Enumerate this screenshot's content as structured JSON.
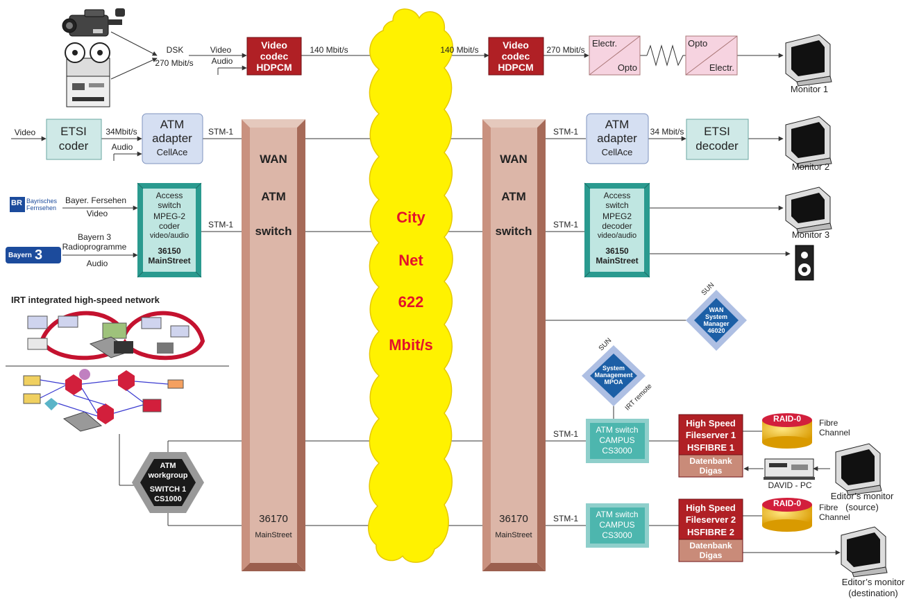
{
  "colors": {
    "wan_fill": "#d9b3a5",
    "wan_bevel": "#b97d6a",
    "cloud": "#fff200",
    "codec_red": "#b02025",
    "access_teal": "#2a9a8f",
    "access_inner": "#bfe6e1",
    "opto_pink": "#f6d3e0",
    "atm_lilac": "#d5dff2",
    "etsi_teal": "#cfe9e7",
    "diamond_outer": "#aebfe3",
    "diamond_inner": "#1c5fa6",
    "fileserver_red": "#b02025",
    "datenbank": "#c98b79",
    "raid_yellow": "#f3c400",
    "hexagon_dark": "#1a1a1a"
  },
  "top_row": {
    "dsk": "DSK",
    "rate_in": "270 Mbit/s",
    "video": "Video",
    "audio": "Audio",
    "codec_left": [
      "Video",
      "codec",
      "HDPCM"
    ],
    "rate_left": "140 Mbit/s",
    "rate_right": "140 Mbit/s",
    "codec_right": [
      "Video",
      "codec",
      "HDPCM"
    ],
    "rate_out": "270 Mbit/s",
    "eo_top": "Electr.",
    "eo_bottom": "Opto",
    "oe_top": "Opto",
    "oe_bottom": "Electr.",
    "monitor": "Monitor 1",
    "icons": [
      "camcorder-icon",
      "tape-recorder-icon",
      "monitor-icon"
    ]
  },
  "second_row": {
    "video": "Video",
    "etsi_left": [
      "ETSI",
      "coder"
    ],
    "rate_left": "34Mbit/s",
    "audio": "Audio",
    "atm_left": [
      "ATM",
      "adapter",
      "CellAce"
    ],
    "stm_left": "STM-1",
    "stm_right": "STM-1",
    "atm_right": [
      "ATM",
      "adapter",
      "CellAce"
    ],
    "rate_right": "34 Mbit/s",
    "etsi_right": [
      "ETSI",
      "decoder"
    ],
    "monitor": "Monitor 2"
  },
  "third_row": {
    "br_logo": "BR",
    "br_name": [
      "Bayrisches",
      "Fernsehen"
    ],
    "bayer_fernsehen": "Bayer. Fersehen",
    "video": "Video",
    "bayern3": [
      "Bayern 3",
      "Radioprogramme"
    ],
    "bayern3_logo": "Bayern",
    "audio": "Audio",
    "access_left": [
      "Access",
      "switch",
      "MPEG-2",
      "coder",
      "video/audio",
      "36150",
      "MainStreet"
    ],
    "stm_left": "STM-1",
    "stm_right": "STM-1",
    "access_right": [
      "Access",
      "switch",
      "MPEG2",
      "decoder",
      "video/audio",
      "36150",
      "MainStreet"
    ],
    "monitor": "Monitor 3",
    "speaker": "speaker-icon"
  },
  "wan": {
    "left": [
      "WAN",
      "ATM",
      "switch"
    ],
    "right": [
      "WAN",
      "ATM",
      "switch"
    ],
    "left_bottom": [
      "36170",
      "MainStreet"
    ],
    "right_bottom": [
      "36170",
      "MainStreet"
    ]
  },
  "cloud": {
    "lines": [
      "City",
      "Net",
      "622",
      "Mbit/s"
    ]
  },
  "irt": {
    "title": "IRT integrated high-speed network"
  },
  "sun_wan": {
    "sun": "SUN",
    "lines": [
      "WAN",
      "System",
      "Manager",
      "46020"
    ]
  },
  "sun_sys": {
    "sun": "SUN",
    "lines": [
      "System",
      "Management",
      "MPOA"
    ],
    "irt_remote": "IRT remote"
  },
  "campus1": {
    "stm": "STM-1",
    "lines": [
      "ATM switch",
      "CAMPUS",
      "CS3000"
    ]
  },
  "campus2": {
    "stm": "STM-1",
    "lines": [
      "ATM switch",
      "CAMPUS",
      "CS3000"
    ]
  },
  "fileserver1": {
    "lines": [
      "High Speed",
      "Fileserver 1",
      "HSFIBRE 1"
    ],
    "db": [
      "Datenbank",
      "Digas"
    ]
  },
  "fileserver2": {
    "lines": [
      "High Speed",
      "Fileserver 2",
      "HSFIBRE 2"
    ],
    "db": [
      "Datenbank",
      "Digas"
    ]
  },
  "raid1": {
    "label": "RAID-0",
    "fibre": [
      "Fibre",
      "Channel"
    ]
  },
  "raid2": {
    "label": "RAID-0",
    "fibre": [
      "Fibre",
      "Channel"
    ]
  },
  "david": {
    "label": "DAVID - PC"
  },
  "editor_src": {
    "lines": [
      "Editor’s monitor",
      "(source)"
    ]
  },
  "editor_dst": {
    "lines": [
      "Editor’s monitor",
      "(destination)"
    ]
  },
  "hexagon": {
    "lines": [
      "ATM",
      "workgroup",
      "SWITCH 1",
      "CS1000"
    ]
  }
}
